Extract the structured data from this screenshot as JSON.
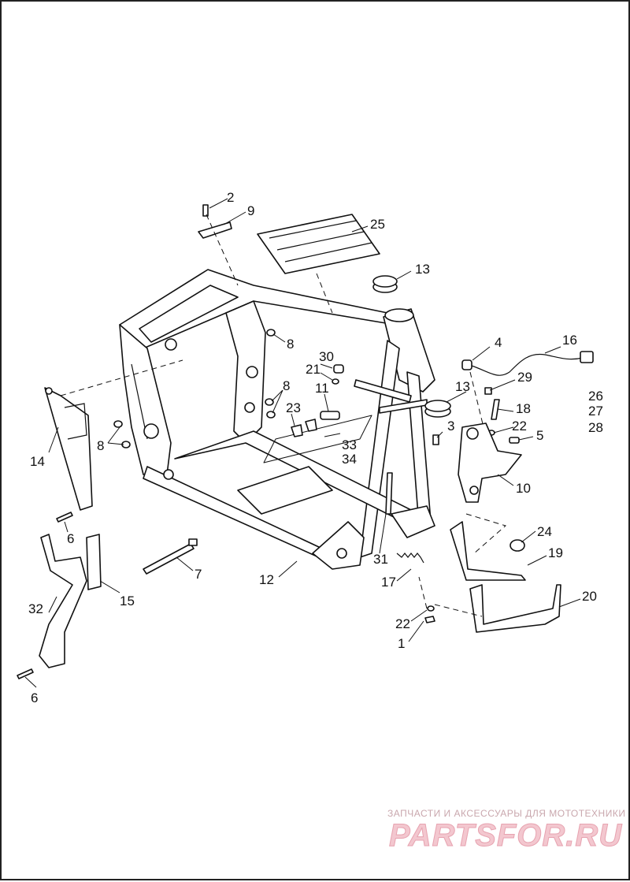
{
  "callouts": [
    {
      "id": "c-2",
      "text": "2"
    },
    {
      "id": "c-9",
      "text": "9"
    },
    {
      "id": "c-25",
      "text": "25"
    },
    {
      "id": "c-13a",
      "text": "13"
    },
    {
      "id": "c-8a",
      "text": "8"
    },
    {
      "id": "c-30",
      "text": "30"
    },
    {
      "id": "c-21",
      "text": "21"
    },
    {
      "id": "c-8b",
      "text": "8"
    },
    {
      "id": "c-11",
      "text": "11"
    },
    {
      "id": "c-23",
      "text": "23"
    },
    {
      "id": "c-33",
      "text": "33"
    },
    {
      "id": "c-34",
      "text": "34"
    },
    {
      "id": "c-4",
      "text": "4"
    },
    {
      "id": "c-16",
      "text": "16"
    },
    {
      "id": "c-29",
      "text": "29"
    },
    {
      "id": "c-13b",
      "text": "13"
    },
    {
      "id": "c-26",
      "text": "26"
    },
    {
      "id": "c-27",
      "text": "27"
    },
    {
      "id": "c-28",
      "text": "28"
    },
    {
      "id": "c-18",
      "text": "18"
    },
    {
      "id": "c-3",
      "text": "3"
    },
    {
      "id": "c-22a",
      "text": "22"
    },
    {
      "id": "c-5",
      "text": "5"
    },
    {
      "id": "c-14",
      "text": "14"
    },
    {
      "id": "c-8c",
      "text": "8"
    },
    {
      "id": "c-10",
      "text": "10"
    },
    {
      "id": "c-6a",
      "text": "6"
    },
    {
      "id": "c-15",
      "text": "15"
    },
    {
      "id": "c-7",
      "text": "7"
    },
    {
      "id": "c-12",
      "text": "12"
    },
    {
      "id": "c-31",
      "text": "31"
    },
    {
      "id": "c-24",
      "text": "24"
    },
    {
      "id": "c-19",
      "text": "19"
    },
    {
      "id": "c-17",
      "text": "17"
    },
    {
      "id": "c-32",
      "text": "32"
    },
    {
      "id": "c-20",
      "text": "20"
    },
    {
      "id": "c-22b",
      "text": "22"
    },
    {
      "id": "c-1",
      "text": "1"
    },
    {
      "id": "c-6b",
      "text": "6"
    }
  ],
  "watermark": {
    "tagline": "ЗАПЧАСТИ И АКСЕССУАРЫ ДЛЯ МОТОТЕХНИКИ",
    "brand": "PARTSFOR.RU"
  }
}
